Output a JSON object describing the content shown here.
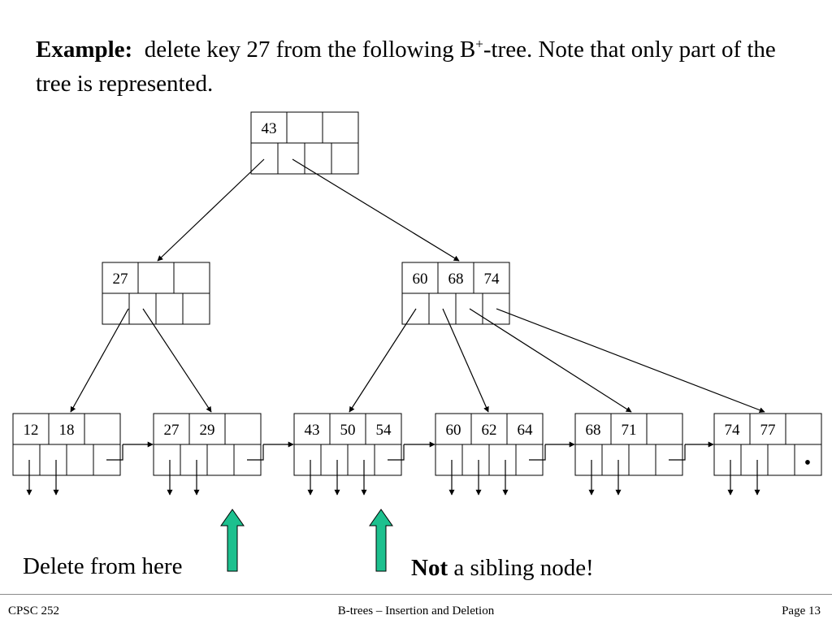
{
  "slide": {
    "title_bold": "Example:",
    "title_rest_a": "delete key 27 from the following B",
    "title_superscript": "+",
    "title_rest_b": "-tree.  Note that only part of the tree is represented."
  },
  "tree": {
    "root": {
      "keys": [
        "43",
        "",
        ""
      ]
    },
    "internal": [
      {
        "keys": [
          "27",
          "",
          ""
        ]
      },
      {
        "keys": [
          "60",
          "68",
          "74"
        ]
      }
    ],
    "leaves": [
      {
        "keys": [
          "12",
          "18",
          ""
        ],
        "end_marker": ""
      },
      {
        "keys": [
          "27",
          "29",
          ""
        ],
        "end_marker": ""
      },
      {
        "keys": [
          "43",
          "50",
          "54"
        ],
        "end_marker": ""
      },
      {
        "keys": [
          "60",
          "62",
          "64"
        ],
        "end_marker": ""
      },
      {
        "keys": [
          "68",
          "71",
          ""
        ],
        "end_marker": ""
      },
      {
        "keys": [
          "74",
          "77",
          ""
        ],
        "end_marker": "•"
      }
    ],
    "arrow_color": "#1dc08e"
  },
  "annotations": {
    "delete_from_here": "Delete from here",
    "not_bold": "Not",
    "not_rest": "a sibling node!"
  },
  "footer": {
    "course": "CPSC 252",
    "topic": "B-trees – Insertion and Deletion",
    "page": "Page 13"
  }
}
